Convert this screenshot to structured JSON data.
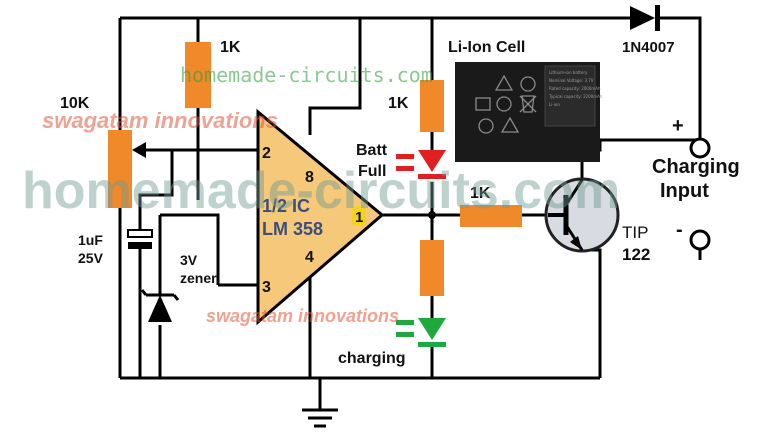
{
  "diagram": {
    "components": {
      "r_top_value": "1K",
      "pot_value": "10K",
      "r_led_value": "1K",
      "led_batt_label_1": "Batt",
      "led_batt_label_2": "Full",
      "cell_label": "Li-Ion Cell",
      "diode_label": "1N4007",
      "ic_label_1": "1/2 IC",
      "ic_label_2": "LM 358",
      "pin_2": "2",
      "pin_3": "3",
      "pin_8": "8",
      "pin_4": "4",
      "pin_1": "1",
      "cap_value_1": "1uF",
      "cap_value_2": "25V",
      "zener_label_1": "3V",
      "zener_label_2": "zener",
      "r_base_value": "1K",
      "transistor_label_1": "TIP",
      "transistor_label_2": "122",
      "charging_label": "charging",
      "input_label_1": "Charging",
      "input_label_2": "Input",
      "plus_sign": "+",
      "minus_sign": "-"
    },
    "cell_sticker_text": [
      "Lithium-ion battery",
      "Nominal Voltage: 3.7V",
      "Rated capacity: 2000mAh",
      "Typical capacity: 2200mAh",
      "Li-ion"
    ],
    "watermarks": {
      "top_green": "homemade-circuits.com",
      "middle_gray": "homemade-circuits.com",
      "top_red": "swagatam innovations",
      "bottom_red": "swagatam innovations"
    },
    "colors": {
      "wire": "#000000",
      "resistor": "#f0892a",
      "opamp_fill": "#f5c87a",
      "led_red": "#e02020",
      "led_green": "#1fa83c",
      "pin1_badge": "#f6d21e",
      "transistor_fill": "#d8dce2"
    }
  }
}
